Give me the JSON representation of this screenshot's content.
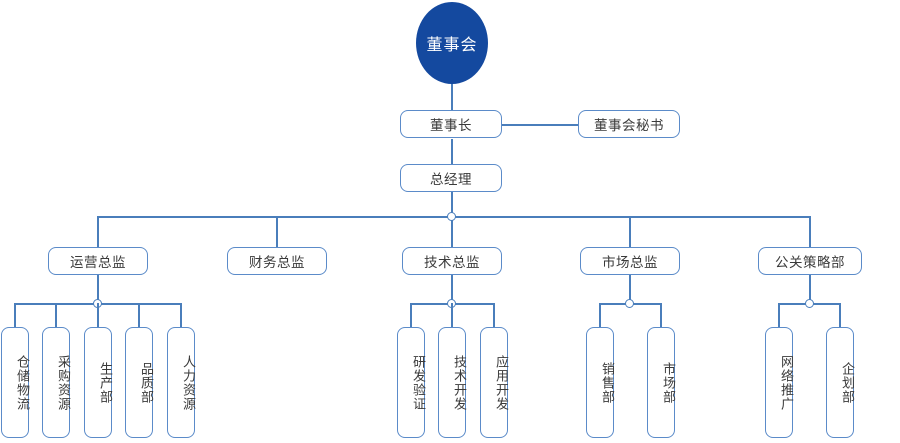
{
  "chart": {
    "type": "org-chart",
    "title": "",
    "accent_color": "#14499f",
    "border_color": "#5b8bc9",
    "connector_color": "#4a7ebb",
    "text_color": "#3a3a3a",
    "root": {
      "label": "董事会",
      "shape": "circle"
    },
    "chairman": {
      "label": "董事长"
    },
    "secretary": {
      "label": "董事会秘书"
    },
    "general_manager": {
      "label": "总经理"
    },
    "directors": [
      {
        "label": "运营总监",
        "children": [
          {
            "label": "仓储物流"
          },
          {
            "label": "采购资源"
          },
          {
            "label": "生产部"
          },
          {
            "label": "品质部"
          },
          {
            "label": "人力资源"
          }
        ]
      },
      {
        "label": "财务总监",
        "children": []
      },
      {
        "label": "技术总监",
        "children": [
          {
            "label": "研发验证"
          },
          {
            "label": "技术开发"
          },
          {
            "label": "应用开发"
          }
        ]
      },
      {
        "label": "市场总监",
        "children": [
          {
            "label": "销售部"
          },
          {
            "label": "市场部"
          }
        ]
      },
      {
        "label": "公关策略部",
        "children": [
          {
            "label": "网络推广"
          },
          {
            "label": "企划部"
          }
        ]
      }
    ]
  }
}
